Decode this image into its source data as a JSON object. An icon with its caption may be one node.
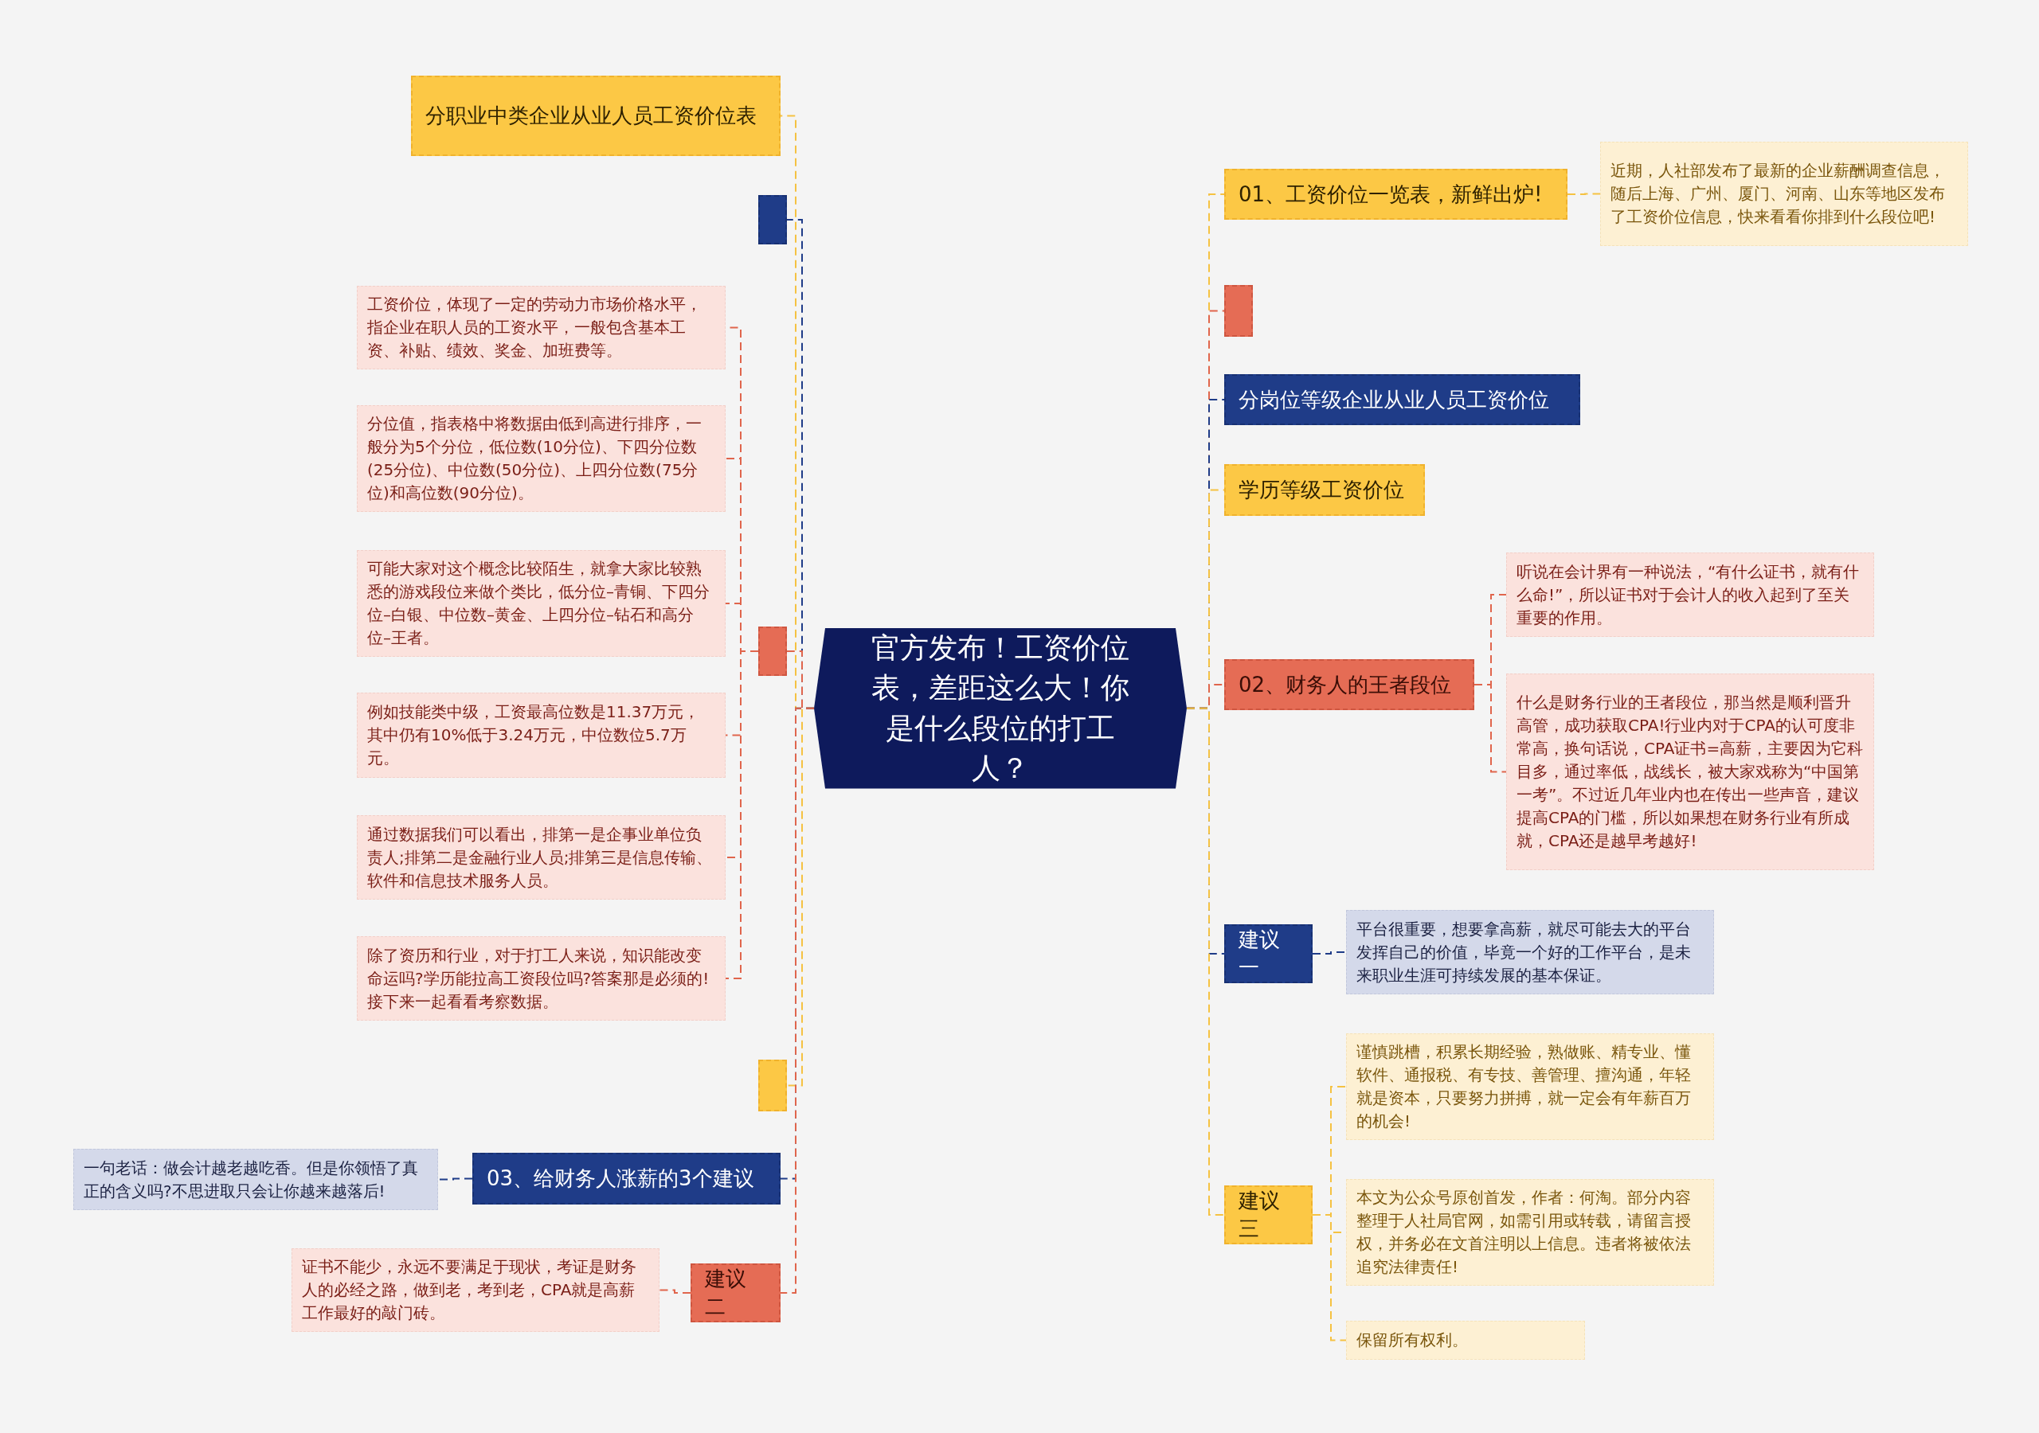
{
  "diagram": {
    "nodes": [
      {
        "text": [
          "官方发布！工资价位表，差距这么大！你是什么段位的打工人？"
        ]
      },
      {
        "text": [
          "分职业中类企业从业人员工资价位表"
        ]
      },
      {
        "text": [],
        "shape": "box"
      },
      {
        "text": [],
        "shape": "box"
      },
      {
        "text": [
          "工资价位，体现了一定的劳动力市场价格水平，指企业在职人员的工资水平，一般包含基本工资、补贴、绩效、奖金、加班费等。"
        ]
      },
      {
        "text": [
          "分位值，指表格中将数据由低到高进行排序，一般分为5个分位，低位数(10分位)、下四分位数(25分位)、中位数(50分位)、上四分位数(75分位)和高位数(90分位)。"
        ]
      },
      {
        "text": [
          "可能大家对这个概念比较陌生，就拿大家比较熟悉的游戏段位来做个类比，低分位–青铜、下四分位–白银、中位数–黄金、上四分位–钻石和高分位–王者。"
        ]
      },
      {
        "text": [
          "例如技能类中级，工资最高位数是11.37万元，其中仍有10%低于3.24万元，中位数位5.7万元。"
        ]
      },
      {
        "text": [
          "通过数据我们可以看出，排第一是企事业单位负责人;排第二是金融行业人员;排第三是信息传输、软件和信息技术服务人员。"
        ]
      },
      {
        "text": [
          "除了资历和行业，对于打工人来说，知识能改变命运吗?学历能拉高工资段位吗?答案那是必须的!接下来一起看看考察数据。"
        ]
      },
      {
        "text": [],
        "shape": "box"
      },
      {
        "text": [
          "03、给财务人涨薪的3个建议"
        ]
      },
      {
        "text": [
          "一句老话：做会计越老越吃香。但是你领悟了真正的含义吗?不思进取只会让你越来越落后!"
        ]
      },
      {
        "text": [
          "建议二"
        ]
      },
      {
        "text": [
          "证书不能少，永远不要满足于现状，考证是财务人的必经之路，做到老，考到老，CPA就是高薪工作最好的敲门砖。"
        ]
      },
      {
        "text": [
          "01、工资价位一览表，新鲜出炉!"
        ]
      },
      {
        "text": [
          "近期，人社部发布了最新的企业薪酬调查信息，随后上海、广州、厦门、河南、山东等地区发布了工资价位信息，快来看看你排到什么段位吧!"
        ]
      },
      {
        "text": [],
        "shape": "box"
      },
      {
        "text": [
          "分岗位等级企业从业人员工资价位"
        ]
      },
      {
        "text": [
          "学历等级工资价位"
        ]
      },
      {
        "text": [
          "02、财务人的王者段位"
        ]
      },
      {
        "text": [
          "听说在会计界有一种说法，“有什么证书，就有什么命!”，所以证书对于会计人的收入起到了至关重要的作用。"
        ]
      },
      {
        "text": [
          "什么是财务行业的王者段位，那当然是顺利晋升高管，成功获取CPA!行业内对于CPA的认可度非常高，换句话说，CPA证书=高薪，主要因为它科目多，通过率低，战线长，被大家戏称为“中国第一考”。不过近几年业内也在传出一些声音，建议提高CPA的门槛，所以如果想在财务行业有所成就，CPA还是越早考越好!"
        ]
      },
      {
        "text": [
          "建议一"
        ]
      },
      {
        "text": [
          "平台很重要，想要拿高薪，就尽可能去大的平台发挥自己的价值，毕竟一个好的工作平台，是未来职业生涯可持续发展的基本保证。"
        ]
      },
      {
        "text": [
          "建议三"
        ]
      },
      {
        "text": [
          "谨慎跳槽，积累长期经验，熟做账、精专业、懂软件、通报税、有专技、善管理、擅沟通，年轻就是资本，只要努力拼搏，就一定会有年薪百万的机会!"
        ]
      },
      {
        "text": [
          "本文为公众号原创首发，作者：何淘。部分内容整理于人社局官网，如需引用或转载，请留言授权，并务必在文首注明以上信息。违者将被依法追究法律责任!"
        ]
      },
      {
        "text": [
          "保留所有权利。"
        ]
      }
    ],
    "edges": [
      {
        "from": 0,
        "to": 1,
        "arrow": "none",
        "color": "#f5c242"
      },
      {
        "from": 0,
        "to": 2,
        "arrow": "none",
        "color": "#1f3c88"
      },
      {
        "from": 0,
        "to": 3,
        "arrow": "none",
        "color": "#e0654c"
      },
      {
        "from": 3,
        "to": 4,
        "arrow": "none",
        "color": "#e0654c"
      },
      {
        "from": 3,
        "to": 5,
        "arrow": "none",
        "color": "#e0654c"
      },
      {
        "from": 3,
        "to": 6,
        "arrow": "none",
        "color": "#e0654c"
      },
      {
        "from": 3,
        "to": 7,
        "arrow": "none",
        "color": "#e0654c"
      },
      {
        "from": 3,
        "to": 8,
        "arrow": "none",
        "color": "#e0654c"
      },
      {
        "from": 3,
        "to": 9,
        "arrow": "none",
        "color": "#e0654c"
      },
      {
        "from": 0,
        "to": 10,
        "arrow": "none",
        "color": "#f5c242"
      },
      {
        "from": 0,
        "to": 11,
        "arrow": "none",
        "color": "#1f3c88"
      },
      {
        "from": 11,
        "to": 12,
        "arrow": "none",
        "color": "#1f3c88"
      },
      {
        "from": 0,
        "to": 13,
        "arrow": "none",
        "color": "#e0654c"
      },
      {
        "from": 13,
        "to": 14,
        "arrow": "none",
        "color": "#e0654c"
      },
      {
        "from": 0,
        "to": 15,
        "arrow": "none",
        "color": "#f5c242"
      },
      {
        "from": 15,
        "to": 16,
        "arrow": "none",
        "color": "#f5c242"
      },
      {
        "from": 0,
        "to": 17,
        "arrow": "none",
        "color": "#e0654c"
      },
      {
        "from": 0,
        "to": 18,
        "arrow": "none",
        "color": "#1f3c88"
      },
      {
        "from": 0,
        "to": 19,
        "arrow": "none",
        "color": "#f5c242"
      },
      {
        "from": 0,
        "to": 20,
        "arrow": "none",
        "color": "#e0654c"
      },
      {
        "from": 20,
        "to": 21,
        "arrow": "none",
        "color": "#e0654c"
      },
      {
        "from": 20,
        "to": 22,
        "arrow": "none",
        "color": "#e0654c"
      },
      {
        "from": 0,
        "to": 23,
        "arrow": "none",
        "color": "#1f3c88"
      },
      {
        "from": 23,
        "to": 24,
        "arrow": "none",
        "color": "#1f3c88"
      },
      {
        "from": 0,
        "to": 25,
        "arrow": "none",
        "color": "#f5c242"
      },
      {
        "from": 25,
        "to": 26,
        "arrow": "none",
        "color": "#f5c242"
      },
      {
        "from": 25,
        "to": 27,
        "arrow": "none",
        "color": "#f5c242"
      },
      {
        "from": 25,
        "to": 28,
        "arrow": "none",
        "color": "#f5c242"
      }
    ]
  }
}
